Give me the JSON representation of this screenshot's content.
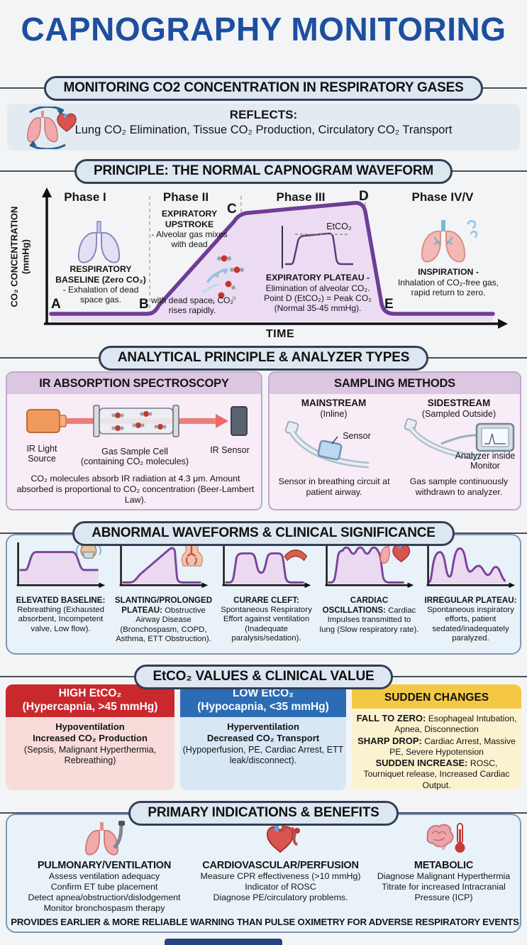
{
  "poster": {
    "title": "CAPNOGRAPHY MONITORING"
  },
  "colors": {
    "accent_blue": "#1d4f9e",
    "waveform_purple": "#6f3d94",
    "high_red": "#c9282d",
    "low_blue": "#2b6cb4",
    "sudden_yellow": "#f4c845"
  },
  "monitoring": {
    "header": "MONITORING CO2 CONCENTRATION IN RESPIRATORY GASES",
    "reflects_title": "REFLECTS:",
    "reflects_text": "Lung CO₂ Elimination, Tissue CO₂ Production, Circulatory CO₂ Transport"
  },
  "principle": {
    "header": "PRINCIPLE: THE NORMAL CAPNOGRAM WAVEFORM",
    "y1": "CO₂ CONCENTRATION",
    "y2": "(mmHg)",
    "x_axis": "TIME",
    "points": {
      "a": "A",
      "b": "B",
      "c": "C",
      "d": "D",
      "e": "E"
    },
    "phase1": {
      "label": "Phase I",
      "title": "RESPIRATORY BASELINE (Zero CO₂)",
      "desc": "- Exhalation of dead space gas."
    },
    "phase2": {
      "label": "Phase II",
      "title": "EXPIRATORY UPSTROKE",
      "desc": "- Alveolar gas mixes with dead",
      "desc2": "with dead space, CO₂ rises rapidly."
    },
    "phase3": {
      "label": "Phase III",
      "etco2": "EtCO₂",
      "title": "EXPIRATORY PLATEAU -",
      "desc1": "Elimination of alveolar CO₂.",
      "desc2": "Point D (EtCO₂) = Peak CO₂",
      "desc3": "(Normal 35-45 mmHg)."
    },
    "phase4": {
      "label": "Phase IV/V",
      "title": "INSPIRATION -",
      "desc1": "Inhalation of CO₂-free gas,",
      "desc2": "rapid return to zero."
    }
  },
  "analytical": {
    "header": "ANALYTICAL PRINCIPLE & ANALYZER TYPES",
    "ir": {
      "title": "IR ABSORPTION SPECTROSCOPY",
      "source_label": "IR Light Source",
      "cell_label": "Gas Sample Cell",
      "cell_sublabel": "(containing CO₂ molecules)",
      "sensor_label": "IR Sensor",
      "desc": "CO₂ molecules absorb IR radiation at 4.3 μm. Amount absorbed is proportional to CO₂ concentration (Beer-Lambert Law)."
    },
    "sampling": {
      "title": "SAMPLING METHODS",
      "mainstream": {
        "title": "MAINSTREAM",
        "subtitle": "(Inline)",
        "sensor_label": "Sensor",
        "desc": "Sensor in breathing circuit at patient airway."
      },
      "sidestream": {
        "title": "SIDESTREAM",
        "subtitle": "(Sampled Outside)",
        "analyzer_label": "Analyzer inside Monitor",
        "desc": "Gas sample continuously withdrawn to analyzer."
      }
    }
  },
  "abnormal": {
    "header": "ABNORMAL WAVEFORMS & CLINICAL SIGNIFICANCE",
    "items": [
      {
        "title": "ELEVATED BASELINE:",
        "desc": "Rebreathing (Exhausted absorbent, Incompetent valve, Low flow)."
      },
      {
        "title": "SLANTING/PROLONGED PLATEAU:",
        "desc": "Obstructive Airway Disease (Bronchospasm, COPD, Asthma, ETT Obstruction)."
      },
      {
        "title": "CURARE CLEFT:",
        "desc": "Spontaneous Respiratory Effort against ventilation (Inadequate paralysis/sedation)."
      },
      {
        "title": "CARDIAC OSCILLATIONS:",
        "desc": "Cardiac Impulses transmitted to lung (Slow respiratory rate)."
      },
      {
        "title": "IRREGULAR PLATEAU:",
        "desc": "Spontaneous inspiratory efforts, patient sedated/inadequately paralyzed."
      }
    ]
  },
  "values": {
    "header": "EtCO₂ VALUES & CLINICAL VALUE",
    "high": {
      "title": "HIGH EtCO₂",
      "subtitle": "(Hypercapnia, >45 mmHg)",
      "bold1": "Hypoventilation",
      "bold2": "Increased CO₂ Production",
      "desc": "(Sepsis, Malignant Hyperthermia, Rebreathing)"
    },
    "low": {
      "title": "LOW EtCO₂",
      "subtitle": "(Hypocapnia, <35 mmHg)",
      "bold1": "Hyperventilation",
      "bold2": "Decreased CO₂ Transport",
      "desc": "(Hypoperfusion, PE, Cardiac Arrest, ETT leak/disconnect)."
    },
    "sudden": {
      "title": "SUDDEN CHANGES",
      "items": [
        {
          "label": "FALL TO ZERO:",
          "text": "Esophageal Intubation, Apnea, Disconnection"
        },
        {
          "label": "SHARP DROP:",
          "text": "Cardiac Arrest, Massive PE, Severe Hypotension"
        },
        {
          "label": "SUDDEN INCREASE:",
          "text": "ROSC, Tourniquet release, Increased Cardiac Output."
        }
      ]
    }
  },
  "indications": {
    "header": "PRIMARY INDICATIONS & BENEFITS",
    "columns": [
      {
        "title": "PULMONARY/VENTILATION",
        "lines": [
          "Assess ventilation adequacy",
          "Confirm ET tube placement",
          "Detect apnea/obstruction/dislodgement",
          "Monitor bronchospasm therapy"
        ]
      },
      {
        "title": "CARDIOVASCULAR/PERFUSION",
        "lines": [
          "Measure CPR effectiveness (>10 mmHg)",
          "Indicator of ROSC",
          "Diagnose PE/circulatory problems."
        ]
      },
      {
        "title": "METABOLIC",
        "lines": [
          "Diagnose Malignant Hyperthermia",
          "Titrate for increased Intracranial",
          "Pressure (ICP)"
        ]
      }
    ],
    "footer": "PROVIDES EARLIER & MORE RELIABLE WARNING THAN PULSE OXIMETRY FOR ADVERSE RESPIRATORY EVENTS"
  }
}
